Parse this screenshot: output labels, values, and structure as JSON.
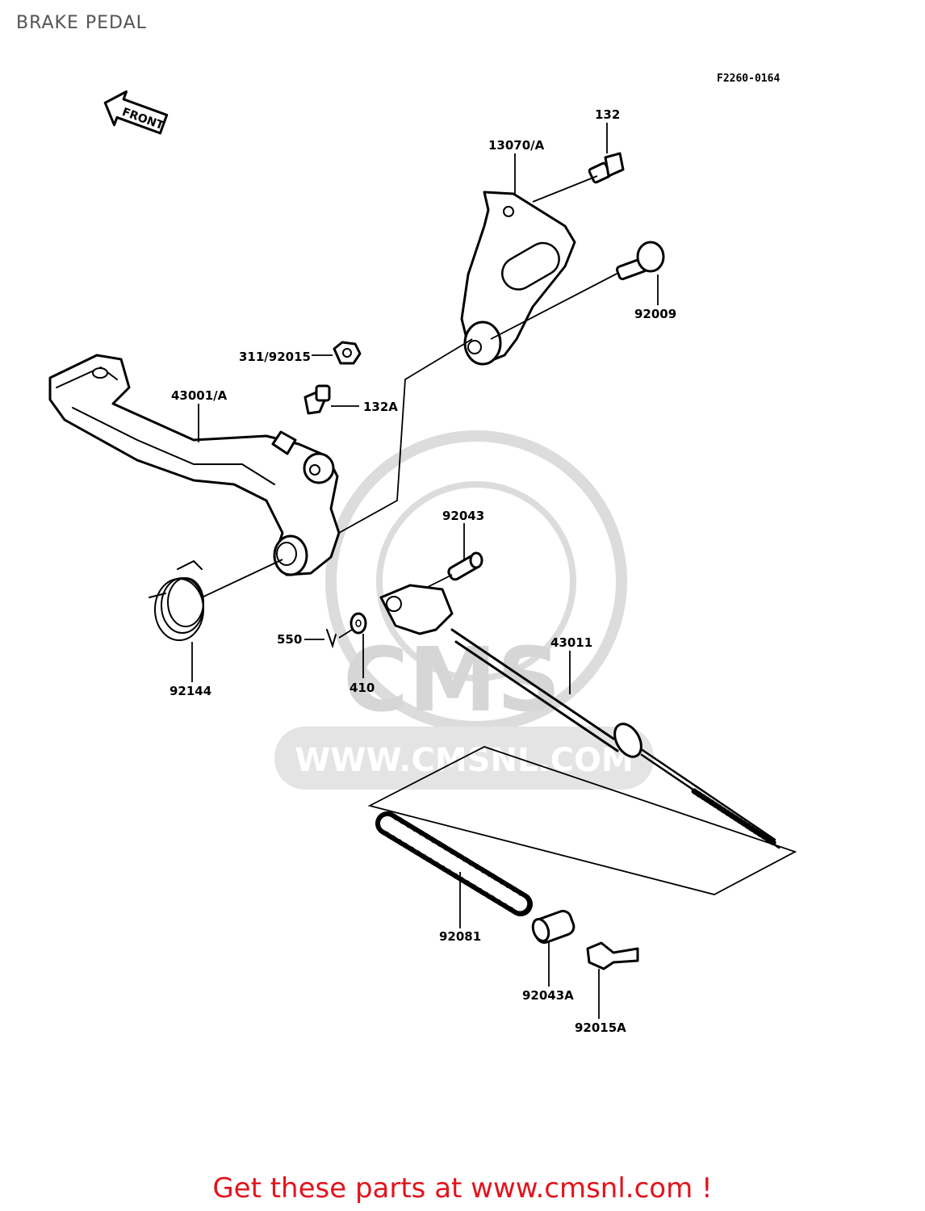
{
  "title": "BRAKE PEDAL",
  "figure_code": "F2260-0164",
  "front_label": "FRONT",
  "watermark": {
    "brand": "CMS",
    "url": "WWW.CMSNL.COM"
  },
  "parts": {
    "p132": "132",
    "p13070A": "13070/A",
    "p92009": "92009",
    "p311_92015": "311/92015",
    "p132A": "132A",
    "p43001A": "43001/A",
    "p92043": "92043",
    "p43011": "43011",
    "p550": "550",
    "p410": "410",
    "p92144": "92144",
    "p92081": "92081",
    "p92043A": "92043A",
    "p92015A": "92015A"
  },
  "footer": "Get these parts at www.cmsnl.com !"
}
